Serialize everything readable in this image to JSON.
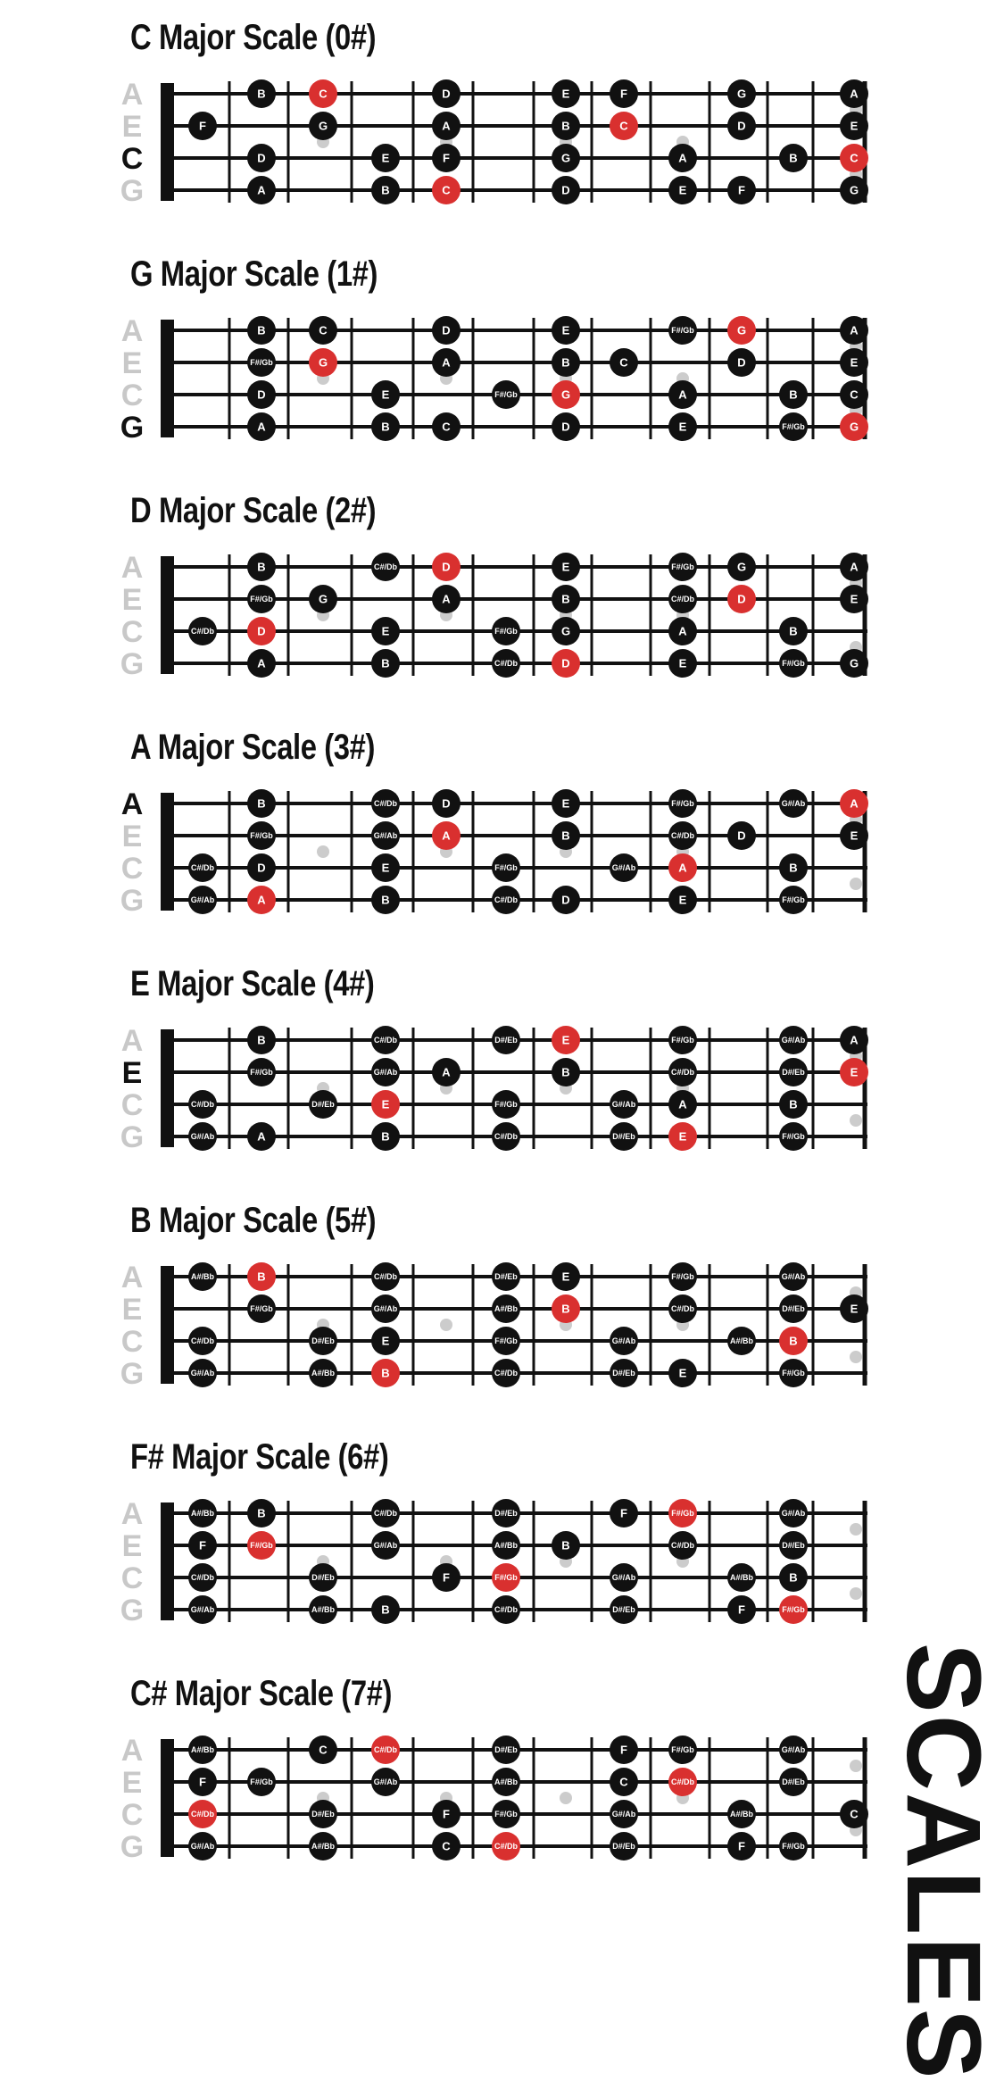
{
  "side_title": "SCALES",
  "strings": [
    "A",
    "E",
    "C",
    "G"
  ],
  "colors": {
    "note": "#111111",
    "root": "#d9302f",
    "label_active": "#111111",
    "label_inactive": "#c8c8c8",
    "inlay": "#cccccc"
  },
  "scales": [
    {
      "title": "C Major Scale (0#)",
      "active_string": "C",
      "notes": [
        [
          "A",
          2,
          "B",
          0
        ],
        [
          "A",
          3,
          "C",
          1
        ],
        [
          "A",
          5,
          "D",
          0
        ],
        [
          "A",
          7,
          "E",
          0
        ],
        [
          "A",
          8,
          "F",
          0
        ],
        [
          "A",
          10,
          "G",
          0
        ],
        [
          "A",
          12,
          "A",
          0
        ],
        [
          "E",
          1,
          "F",
          0
        ],
        [
          "E",
          3,
          "G",
          0
        ],
        [
          "E",
          5,
          "A",
          0
        ],
        [
          "E",
          7,
          "B",
          0
        ],
        [
          "E",
          8,
          "C",
          1
        ],
        [
          "E",
          10,
          "D",
          0
        ],
        [
          "E",
          12,
          "E",
          0
        ],
        [
          "C",
          2,
          "D",
          0
        ],
        [
          "C",
          4,
          "E",
          0
        ],
        [
          "C",
          5,
          "F",
          0
        ],
        [
          "C",
          7,
          "G",
          0
        ],
        [
          "C",
          9,
          "A",
          0
        ],
        [
          "C",
          11,
          "B",
          0
        ],
        [
          "C",
          12,
          "C",
          1
        ],
        [
          "G",
          2,
          "A",
          0
        ],
        [
          "G",
          4,
          "B",
          0
        ],
        [
          "G",
          5,
          "C",
          1
        ],
        [
          "G",
          7,
          "D",
          0
        ],
        [
          "G",
          9,
          "E",
          0
        ],
        [
          "G",
          10,
          "F",
          0
        ],
        [
          "G",
          12,
          "G",
          0
        ]
      ]
    },
    {
      "title": "G Major Scale (1#)",
      "active_string": "G",
      "notes": [
        [
          "A",
          2,
          "B",
          0
        ],
        [
          "A",
          3,
          "C",
          0
        ],
        [
          "A",
          5,
          "D",
          0
        ],
        [
          "A",
          7,
          "E",
          0
        ],
        [
          "A",
          9,
          "F#/Gb",
          0
        ],
        [
          "A",
          10,
          "G",
          1
        ],
        [
          "A",
          12,
          "A",
          0
        ],
        [
          "E",
          2,
          "F#/Gb",
          0
        ],
        [
          "E",
          3,
          "G",
          1
        ],
        [
          "E",
          5,
          "A",
          0
        ],
        [
          "E",
          7,
          "B",
          0
        ],
        [
          "E",
          8,
          "C",
          0
        ],
        [
          "E",
          10,
          "D",
          0
        ],
        [
          "E",
          12,
          "E",
          0
        ],
        [
          "C",
          2,
          "D",
          0
        ],
        [
          "C",
          4,
          "E",
          0
        ],
        [
          "C",
          6,
          "F#/Gb",
          0
        ],
        [
          "C",
          7,
          "G",
          1
        ],
        [
          "C",
          9,
          "A",
          0
        ],
        [
          "C",
          11,
          "B",
          0
        ],
        [
          "C",
          12,
          "C",
          0
        ],
        [
          "G",
          2,
          "A",
          0
        ],
        [
          "G",
          4,
          "B",
          0
        ],
        [
          "G",
          5,
          "C",
          0
        ],
        [
          "G",
          7,
          "D",
          0
        ],
        [
          "G",
          9,
          "E",
          0
        ],
        [
          "G",
          11,
          "F#/Gb",
          0
        ],
        [
          "G",
          12,
          "G",
          1
        ]
      ]
    },
    {
      "title": "D Major Scale (2#)",
      "active_string": "",
      "notes": [
        [
          "A",
          2,
          "B",
          0
        ],
        [
          "A",
          4,
          "C#/Db",
          0
        ],
        [
          "A",
          5,
          "D",
          1
        ],
        [
          "A",
          7,
          "E",
          0
        ],
        [
          "A",
          9,
          "F#/Gb",
          0
        ],
        [
          "A",
          10,
          "G",
          0
        ],
        [
          "A",
          12,
          "A",
          0
        ],
        [
          "E",
          2,
          "F#/Gb",
          0
        ],
        [
          "E",
          3,
          "G",
          0
        ],
        [
          "E",
          5,
          "A",
          0
        ],
        [
          "E",
          7,
          "B",
          0
        ],
        [
          "E",
          9,
          "C#/Db",
          0
        ],
        [
          "E",
          10,
          "D",
          1
        ],
        [
          "E",
          12,
          "E",
          0
        ],
        [
          "C",
          1,
          "C#/Db",
          0
        ],
        [
          "C",
          2,
          "D",
          1
        ],
        [
          "C",
          4,
          "E",
          0
        ],
        [
          "C",
          6,
          "F#/Gb",
          0
        ],
        [
          "C",
          7,
          "G",
          0
        ],
        [
          "C",
          9,
          "A",
          0
        ],
        [
          "C",
          11,
          "B",
          0
        ],
        [
          "G",
          2,
          "A",
          0
        ],
        [
          "G",
          4,
          "B",
          0
        ],
        [
          "G",
          6,
          "C#/Db",
          0
        ],
        [
          "G",
          7,
          "D",
          1
        ],
        [
          "G",
          9,
          "E",
          0
        ],
        [
          "G",
          11,
          "F#/Gb",
          0
        ],
        [
          "G",
          12,
          "G",
          0
        ]
      ]
    },
    {
      "title": "A Major Scale (3#)",
      "active_string": "A",
      "notes": [
        [
          "A",
          2,
          "B",
          0
        ],
        [
          "A",
          4,
          "C#/Db",
          0
        ],
        [
          "A",
          5,
          "D",
          0
        ],
        [
          "A",
          7,
          "E",
          0
        ],
        [
          "A",
          9,
          "F#/Gb",
          0
        ],
        [
          "A",
          11,
          "G#/Ab",
          0
        ],
        [
          "A",
          12,
          "A",
          1
        ],
        [
          "E",
          2,
          "F#/Gb",
          0
        ],
        [
          "E",
          4,
          "G#/Ab",
          0
        ],
        [
          "E",
          5,
          "A",
          1
        ],
        [
          "E",
          7,
          "B",
          0
        ],
        [
          "E",
          9,
          "C#/Db",
          0
        ],
        [
          "E",
          10,
          "D",
          0
        ],
        [
          "E",
          12,
          "E",
          0
        ],
        [
          "C",
          1,
          "C#/Db",
          0
        ],
        [
          "C",
          2,
          "D",
          0
        ],
        [
          "C",
          4,
          "E",
          0
        ],
        [
          "C",
          6,
          "F#/Gb",
          0
        ],
        [
          "C",
          8,
          "G#/Ab",
          0
        ],
        [
          "C",
          9,
          "A",
          1
        ],
        [
          "C",
          11,
          "B",
          0
        ],
        [
          "G",
          1,
          "G#/Ab",
          0
        ],
        [
          "G",
          2,
          "A",
          1
        ],
        [
          "G",
          4,
          "B",
          0
        ],
        [
          "G",
          6,
          "C#/Db",
          0
        ],
        [
          "G",
          7,
          "D",
          0
        ],
        [
          "G",
          9,
          "E",
          0
        ],
        [
          "G",
          11,
          "F#/Gb",
          0
        ]
      ]
    },
    {
      "title": "E Major Scale (4#)",
      "active_string": "E",
      "notes": [
        [
          "A",
          2,
          "B",
          0
        ],
        [
          "A",
          4,
          "C#/Db",
          0
        ],
        [
          "A",
          6,
          "D#/Eb",
          0
        ],
        [
          "A",
          7,
          "E",
          1
        ],
        [
          "A",
          9,
          "F#/Gb",
          0
        ],
        [
          "A",
          11,
          "G#/Ab",
          0
        ],
        [
          "A",
          12,
          "A",
          0
        ],
        [
          "E",
          2,
          "F#/Gb",
          0
        ],
        [
          "E",
          4,
          "G#/Ab",
          0
        ],
        [
          "E",
          5,
          "A",
          0
        ],
        [
          "E",
          7,
          "B",
          0
        ],
        [
          "E",
          9,
          "C#/Db",
          0
        ],
        [
          "E",
          11,
          "D#/Eb",
          0
        ],
        [
          "E",
          12,
          "E",
          1
        ],
        [
          "C",
          1,
          "C#/Db",
          0
        ],
        [
          "C",
          3,
          "D#/Eb",
          0
        ],
        [
          "C",
          4,
          "E",
          1
        ],
        [
          "C",
          6,
          "F#/Gb",
          0
        ],
        [
          "C",
          8,
          "G#/Ab",
          0
        ],
        [
          "C",
          9,
          "A",
          0
        ],
        [
          "C",
          11,
          "B",
          0
        ],
        [
          "G",
          1,
          "G#/Ab",
          0
        ],
        [
          "G",
          2,
          "A",
          0
        ],
        [
          "G",
          4,
          "B",
          0
        ],
        [
          "G",
          6,
          "C#/Db",
          0
        ],
        [
          "G",
          8,
          "D#/Eb",
          0
        ],
        [
          "G",
          9,
          "E",
          1
        ],
        [
          "G",
          11,
          "F#/Gb",
          0
        ]
      ]
    },
    {
      "title": "B Major Scale (5#)",
      "active_string": "",
      "notes": [
        [
          "A",
          1,
          "A#/Bb",
          0
        ],
        [
          "A",
          2,
          "B",
          1
        ],
        [
          "A",
          4,
          "C#/Db",
          0
        ],
        [
          "A",
          6,
          "D#/Eb",
          0
        ],
        [
          "A",
          7,
          "E",
          0
        ],
        [
          "A",
          9,
          "F#/Gb",
          0
        ],
        [
          "A",
          11,
          "G#/Ab",
          0
        ],
        [
          "E",
          2,
          "F#/Gb",
          0
        ],
        [
          "E",
          4,
          "G#/Ab",
          0
        ],
        [
          "E",
          6,
          "A#/Bb",
          0
        ],
        [
          "E",
          7,
          "B",
          1
        ],
        [
          "E",
          9,
          "C#/Db",
          0
        ],
        [
          "E",
          11,
          "D#/Eb",
          0
        ],
        [
          "E",
          12,
          "E",
          0
        ],
        [
          "C",
          1,
          "C#/Db",
          0
        ],
        [
          "C",
          3,
          "D#/Eb",
          0
        ],
        [
          "C",
          4,
          "E",
          0
        ],
        [
          "C",
          6,
          "F#/Gb",
          0
        ],
        [
          "C",
          8,
          "G#/Ab",
          0
        ],
        [
          "C",
          10,
          "A#/Bb",
          0
        ],
        [
          "C",
          11,
          "B",
          1
        ],
        [
          "G",
          1,
          "G#/Ab",
          0
        ],
        [
          "G",
          3,
          "A#/Bb",
          0
        ],
        [
          "G",
          4,
          "B",
          1
        ],
        [
          "G",
          6,
          "C#/Db",
          0
        ],
        [
          "G",
          8,
          "D#/Eb",
          0
        ],
        [
          "G",
          9,
          "E",
          0
        ],
        [
          "G",
          11,
          "F#/Gb",
          0
        ]
      ]
    },
    {
      "title": "F# Major Scale (6#)",
      "active_string": "",
      "notes": [
        [
          "A",
          1,
          "A#/Bb",
          0
        ],
        [
          "A",
          2,
          "B",
          0
        ],
        [
          "A",
          4,
          "C#/Db",
          0
        ],
        [
          "A",
          6,
          "D#/Eb",
          0
        ],
        [
          "A",
          8,
          "F",
          0
        ],
        [
          "A",
          9,
          "F#/Gb",
          1
        ],
        [
          "A",
          11,
          "G#/Ab",
          0
        ],
        [
          "E",
          1,
          "F",
          0
        ],
        [
          "E",
          2,
          "F#/Gb",
          1
        ],
        [
          "E",
          4,
          "G#/Ab",
          0
        ],
        [
          "E",
          6,
          "A#/Bb",
          0
        ],
        [
          "E",
          7,
          "B",
          0
        ],
        [
          "E",
          9,
          "C#/Db",
          0
        ],
        [
          "E",
          11,
          "D#/Eb",
          0
        ],
        [
          "C",
          1,
          "C#/Db",
          0
        ],
        [
          "C",
          3,
          "D#/Eb",
          0
        ],
        [
          "C",
          5,
          "F",
          0
        ],
        [
          "C",
          6,
          "F#/Gb",
          1
        ],
        [
          "C",
          8,
          "G#/Ab",
          0
        ],
        [
          "C",
          10,
          "A#/Bb",
          0
        ],
        [
          "C",
          11,
          "B",
          0
        ],
        [
          "G",
          1,
          "G#/Ab",
          0
        ],
        [
          "G",
          3,
          "A#/Bb",
          0
        ],
        [
          "G",
          4,
          "B",
          0
        ],
        [
          "G",
          6,
          "C#/Db",
          0
        ],
        [
          "G",
          8,
          "D#/Eb",
          0
        ],
        [
          "G",
          10,
          "F",
          0
        ],
        [
          "G",
          11,
          "F#/Gb",
          1
        ]
      ]
    },
    {
      "title": "C# Major Scale (7#)",
      "active_string": "",
      "notes": [
        [
          "A",
          1,
          "A#/Bb",
          0
        ],
        [
          "A",
          3,
          "C",
          0
        ],
        [
          "A",
          4,
          "C#/Db",
          1
        ],
        [
          "A",
          6,
          "D#/Eb",
          0
        ],
        [
          "A",
          8,
          "F",
          0
        ],
        [
          "A",
          9,
          "F#/Gb",
          0
        ],
        [
          "A",
          11,
          "G#/Ab",
          0
        ],
        [
          "E",
          1,
          "F",
          0
        ],
        [
          "E",
          2,
          "F#/Gb",
          0
        ],
        [
          "E",
          4,
          "G#/Ab",
          0
        ],
        [
          "E",
          6,
          "A#/Bb",
          0
        ],
        [
          "E",
          8,
          "C",
          0
        ],
        [
          "E",
          9,
          "C#/Db",
          1
        ],
        [
          "E",
          11,
          "D#/Eb",
          0
        ],
        [
          "C",
          1,
          "C#/Db",
          1
        ],
        [
          "C",
          3,
          "D#/Eb",
          0
        ],
        [
          "C",
          5,
          "F",
          0
        ],
        [
          "C",
          6,
          "F#/Gb",
          0
        ],
        [
          "C",
          8,
          "G#/Ab",
          0
        ],
        [
          "C",
          10,
          "A#/Bb",
          0
        ],
        [
          "C",
          12,
          "C",
          0
        ],
        [
          "G",
          1,
          "G#/Ab",
          0
        ],
        [
          "G",
          3,
          "A#/Bb",
          0
        ],
        [
          "G",
          5,
          "C",
          0
        ],
        [
          "G",
          6,
          "C#/Db",
          1
        ],
        [
          "G",
          8,
          "D#/Eb",
          0
        ],
        [
          "G",
          10,
          "F",
          0
        ],
        [
          "G",
          11,
          "F#/Gb",
          0
        ]
      ]
    }
  ]
}
